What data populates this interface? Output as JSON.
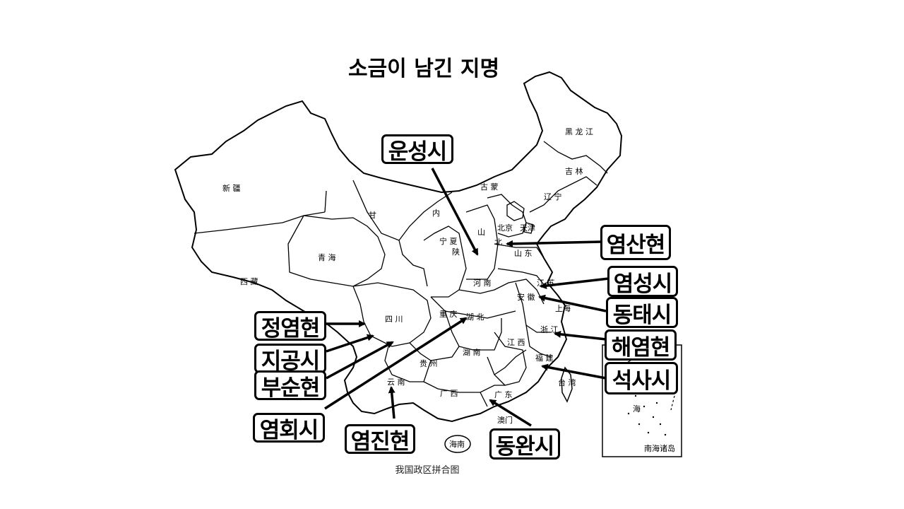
{
  "title": "소금이 남긴 지명",
  "map_caption": "我国政区拼合图",
  "labels": {
    "unseong": "운성시",
    "yeomsan": "염산현",
    "yeomseong": "염성시",
    "dongtae": "동태시",
    "haeyeom": "해염현",
    "seoksa": "석사시",
    "jeongyeom": "정염현",
    "jigong": "지공시",
    "busun": "부순현",
    "yeomhoe": "염회시",
    "yeomjin": "염진현",
    "dongwan": "동완시"
  },
  "province_labels": {
    "heilongjiang": "黑 龙 江",
    "jilin": "吉 林",
    "liaoning": "辽 宁",
    "neimenggu": "古 蒙",
    "xinjiang": "新 疆",
    "gansu": "甘",
    "neimeng2": "内",
    "qinghai": "青 海",
    "xizang": "西 藏",
    "ningxia": "宁 夏",
    "shaanxi": "陕",
    "shanxi": "山",
    "hebei": "北",
    "beijing": "北京",
    "tianjin": "天津",
    "shandong": "山 东",
    "henan": "河 南",
    "jiangsu": "江 苏",
    "anhui": "安 徽",
    "sichuan": "四 川",
    "hubei": "湖 北",
    "chongqing": "重 庆",
    "hunan": "湖 南",
    "jiangxi": "江 西",
    "zhejiang": "浙 江",
    "fujian": "福 建",
    "guizhou": "贵 州",
    "yunnan": "云 南",
    "guangxi": "广 西",
    "guangdong": "广 东",
    "hainan": "海南",
    "taiwan": "台 湾",
    "shanghai": "上海",
    "aomen": "澳门",
    "nanhai": "南海诸岛",
    "nanhai_sea": "海"
  }
}
